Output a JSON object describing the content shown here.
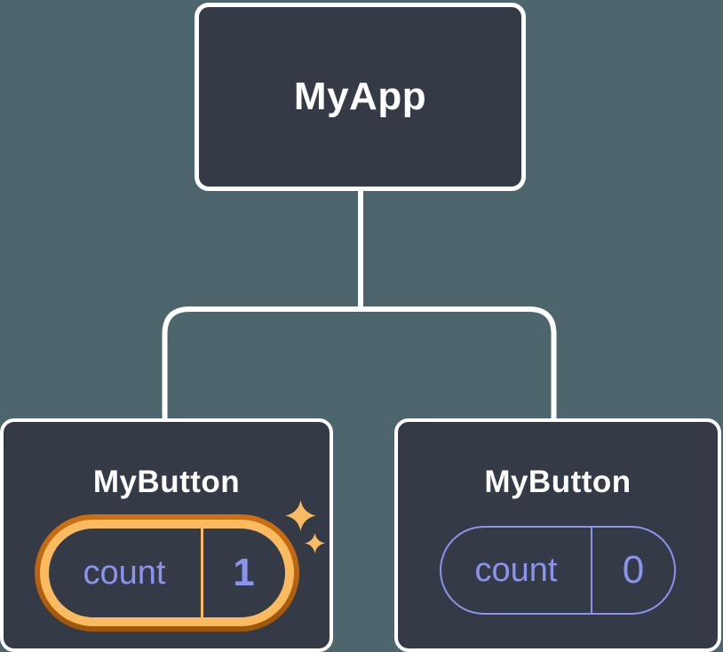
{
  "diagram": {
    "type": "component-tree",
    "root": {
      "label": "MyApp"
    },
    "children": [
      {
        "label": "MyButton",
        "state_key": "count",
        "state_value": "1",
        "highlighted": true
      },
      {
        "label": "MyButton",
        "state_key": "count",
        "state_value": "0",
        "highlighted": false
      }
    ],
    "icons": [
      {
        "name": "sparkles-icon",
        "meaning": "state just updated"
      }
    ],
    "colors": {
      "background": "#4d666e",
      "card": "#343a46",
      "connector_line": "#ffffff",
      "state_purple": "#8a94ec",
      "highlight_orange_light": "#f9ba60",
      "highlight_orange_dark": "#b5600d"
    }
  }
}
